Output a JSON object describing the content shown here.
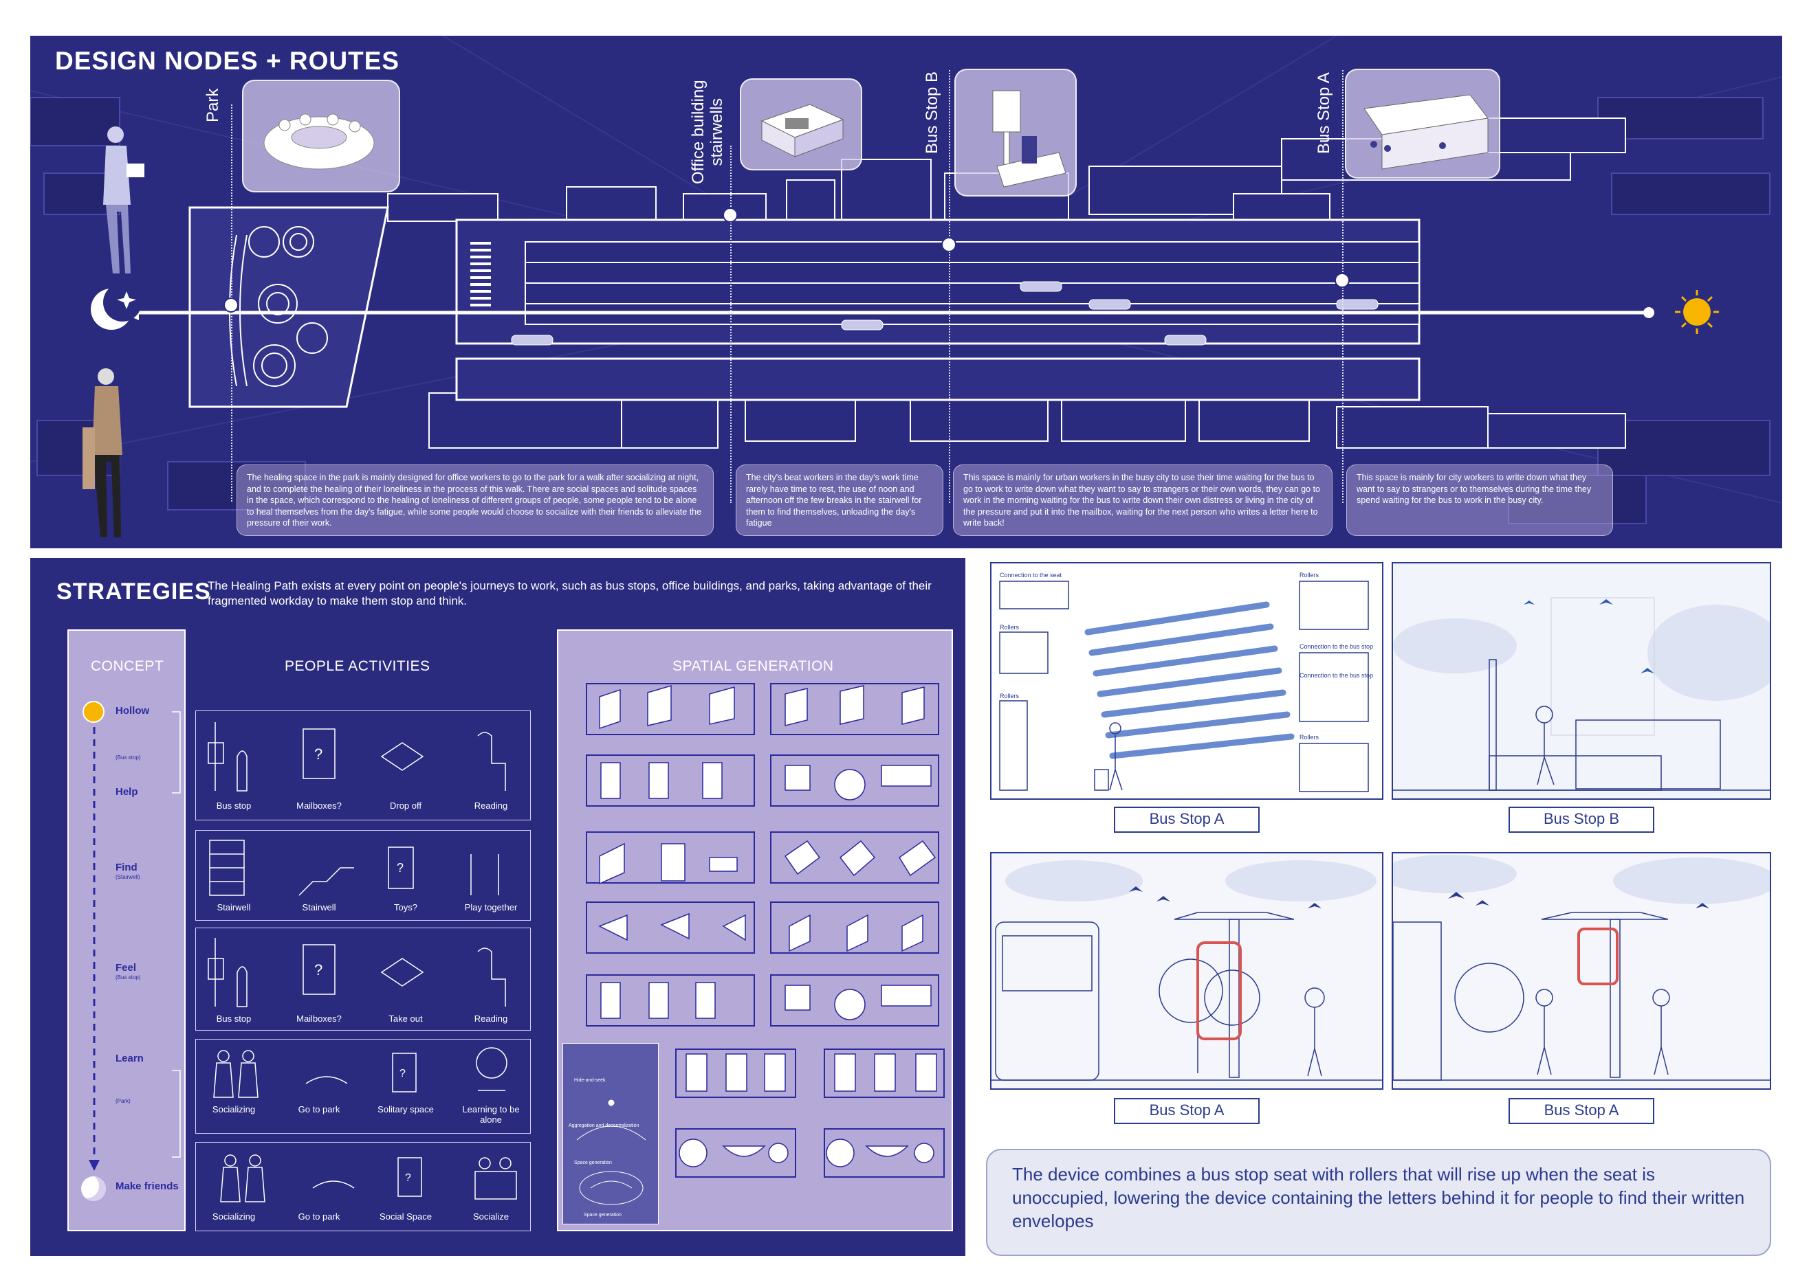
{
  "top": {
    "title": "DESIGN NODES + ROUTES",
    "nodes": [
      {
        "label": "Park"
      },
      {
        "label_line1": "Office building",
        "label_line2": "stairwells"
      },
      {
        "label": "Bus Stop B"
      },
      {
        "label": "Bus Stop A"
      }
    ],
    "descriptions": [
      "The healing space in the park is mainly designed for office workers to go to the park for a walk after socializing at night, and to complete the healing of their loneliness in the process of this walk. There are social spaces and solitude spaces in the space, which correspond to the healing of loneliness of different groups of people, some people tend to be alone to heal themselves from the day's fatigue, while some people would choose to socialize with their friends to alleviate the pressure of their work.",
      "The city's beat workers in the day's work time rarely have time to rest, the use of noon and afternoon off the few breaks in the stairwell for them to find themselves, unloading the day's fatigue",
      "This space is mainly for urban workers in the busy city to use their time waiting for the bus to go to work to write down what they want to say to strangers or their own words, they can go to work in the morning waiting for the bus to write down their own distress or living in the city of the pressure and put it into the mailbox, waiting for the next person who writes a letter here to write back!",
      "This space is mainly for city workers to write down what they want to say to strangers or to themselves during the time they spend waiting for the bus to work in the busy city."
    ],
    "icons": {
      "moon": "moon-stars-icon",
      "sun": "sun-icon"
    }
  },
  "strategies": {
    "title": "STRATEGIES",
    "subtitle": "The Healing Path exists at every point on people's journeys to work, such as bus stops, office buildings, and parks, taking advantage of their fragmented workday to make them stop and think.",
    "concept_head": "CONCEPT",
    "activities_head": "PEOPLE ACTIVITIES",
    "spatial_head": "SPATIAL GENERATION",
    "concept": [
      {
        "label": "Hollow",
        "sub": ""
      },
      {
        "label": "",
        "sub": "(Bus stop)"
      },
      {
        "label": "Help",
        "sub": ""
      },
      {
        "label": "Find",
        "sub": "(Stairwell)"
      },
      {
        "label": "Feel",
        "sub": "(Bus stop)"
      },
      {
        "label": "Learn",
        "sub": ""
      },
      {
        "label": "",
        "sub": "(Park)"
      },
      {
        "label": "Make friends",
        "sub": ""
      }
    ],
    "activity_rows": [
      [
        "Bus stop",
        "Mailboxes?",
        "Drop off",
        "Reading"
      ],
      [
        "Stairwell",
        "Stairwell",
        "Toys?",
        "Play together"
      ],
      [
        "Bus stop",
        "Mailboxes?",
        "Take out",
        "Reading"
      ],
      [
        "Socializing",
        "Go to park",
        "Solitary space",
        "Learning to be alone"
      ],
      [
        "Socializing",
        "Go to park",
        "Social Space",
        "Socialize"
      ]
    ],
    "park_diagram_labels": [
      "Hide-and-seek",
      "Aggregation and decentralization",
      "Space generation",
      "Space generation"
    ]
  },
  "right": {
    "captions": [
      "Bus Stop A",
      "Bus Stop B",
      "Bus Stop A",
      "Bus Stop A"
    ],
    "detail_labels": [
      "Connection to the seat",
      "Rollers",
      "Rollers",
      "Rollers",
      "Connection to the bus stop",
      "Connection to the bus stop",
      "Rollers"
    ],
    "note": "The device combines a bus stop seat with rollers that will rise up when the seat is unoccupied, lowering the device containing the letters behind it for people to find their written envelopes"
  },
  "colors": {
    "navy": "#2a2a7e",
    "lavender": "#b5a9d8",
    "accent_blue": "#2a3a8e",
    "sun": "#f7b500",
    "roller_red": "#d9534f"
  }
}
